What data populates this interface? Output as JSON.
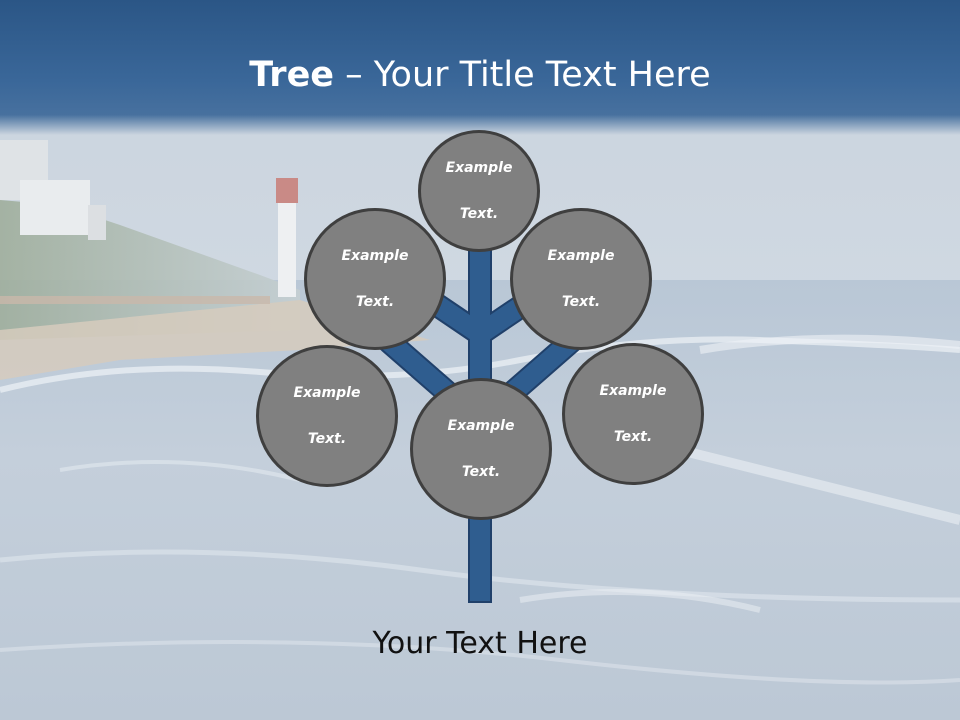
{
  "title": {
    "bold": "Tree",
    "rest": " – Your Title Text Here"
  },
  "nodes": [
    {
      "line1": "Example",
      "line2": "Text."
    },
    {
      "line1": "Example",
      "line2": "Text."
    },
    {
      "line1": "Example",
      "line2": "Text."
    },
    {
      "line1": "Example",
      "line2": "Text."
    },
    {
      "line1": "Example",
      "line2": "Text."
    },
    {
      "line1": "Example",
      "line2": "Text."
    }
  ],
  "caption": "Your Text Here",
  "colors": {
    "title_band": "#2b5686",
    "trunk": "#2f5d8f",
    "trunk_border": "#20406a",
    "node_fill": "#808080",
    "node_border": "#3f3f3f"
  }
}
